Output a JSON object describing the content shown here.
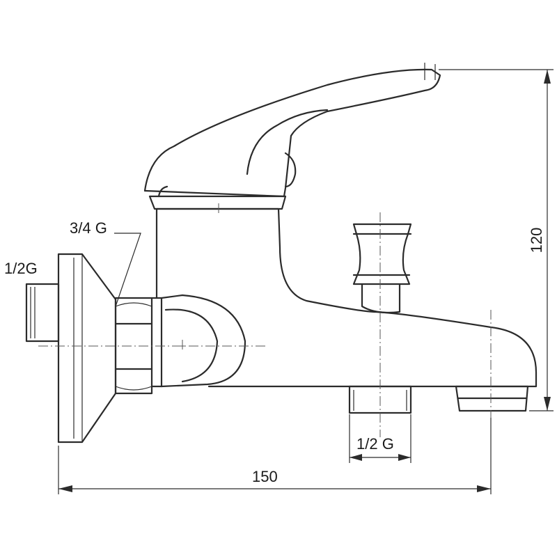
{
  "labels": {
    "thread_inlet_body": "3/4 G",
    "thread_wall": "1/2G",
    "thread_outlet": "1/2 G",
    "overall_width": "150",
    "overall_height": "120"
  },
  "colors": {
    "line": "#2b2b2b",
    "background": "#ffffff"
  }
}
